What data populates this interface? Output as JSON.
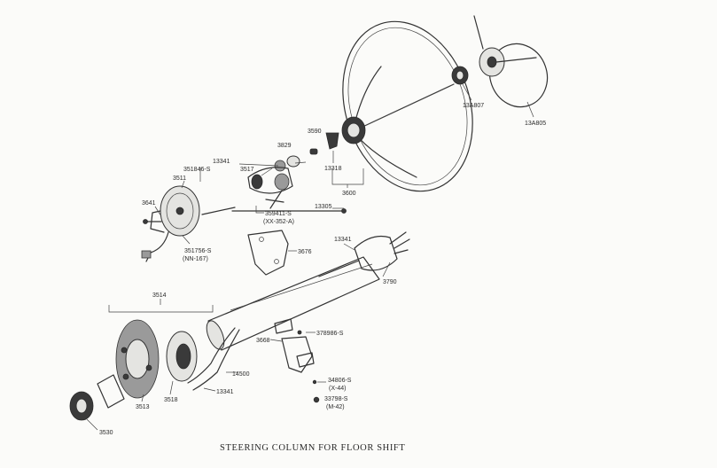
{
  "caption": "STEERING COLUMN FOR FLOOR SHIFT",
  "parts": {
    "p13a807": "13A807",
    "p13a805": "13A805",
    "p3590": "3590",
    "p3829": "3829",
    "p13341_top": "13341",
    "p3517": "3517",
    "p13318": "13318",
    "p3600": "3600",
    "p351846": "351846-S",
    "p3511": "3511",
    "p3641": "3641",
    "p359411": "359411-S",
    "p359411_code": "(XX-352-A)",
    "p13305": "13305",
    "p351756": "351756-S",
    "p351756_code": "(NN-167)",
    "p3676": "3676",
    "p13341_mid": "13341",
    "p3790": "3790",
    "p3514": "3514",
    "p3668": "3668",
    "p378986": "378986-S",
    "p14500": "14500",
    "p13341_low": "13341",
    "p34806": "34806-S",
    "p34806_code": "(X-44)",
    "p33798": "33798-S",
    "p33798_code": "(M-42)",
    "p3518": "3518",
    "p3513": "3513",
    "p3530": "3530"
  }
}
